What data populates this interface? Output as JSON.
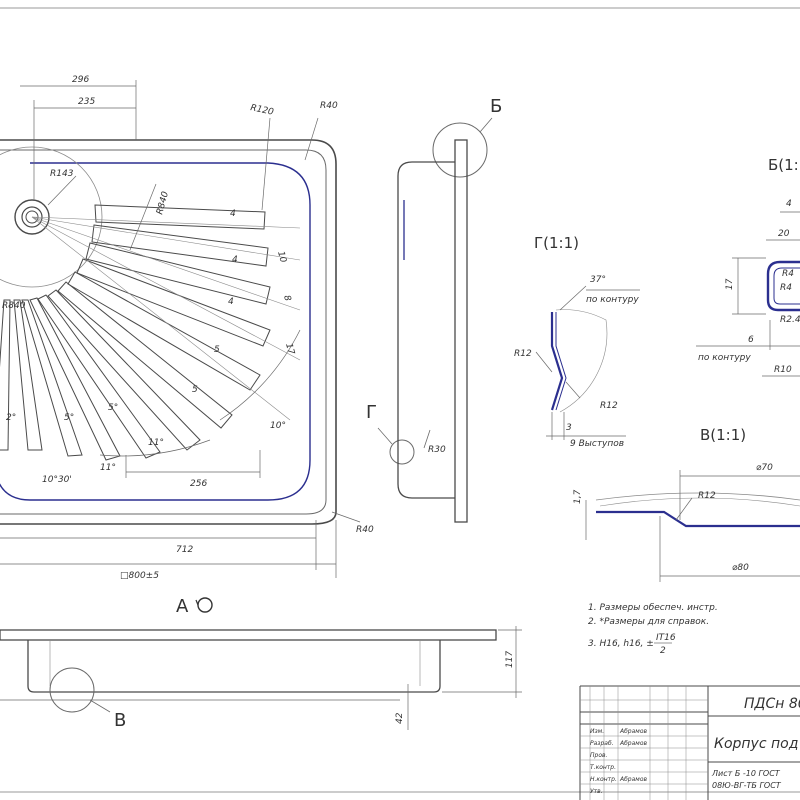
{
  "colors": {
    "line": "#4a4a4a",
    "thin": "#8a8a8a",
    "contour": "#2b2f8f",
    "paper": "#ffffff"
  },
  "plan_view": {
    "dims": {
      "w296": "296",
      "w235": "235",
      "r120": "R120",
      "r40_top": "R40",
      "r143": "R143",
      "r840_top": "R840",
      "r840_left": "R840",
      "w712": "712",
      "w800": "□800±5",
      "r40_bottom": "R40",
      "w256": "256",
      "ang_10_30": "10°30'",
      "ang_11a": "11°",
      "ang_11b": "11°",
      "ang_5": "5°",
      "ang_2": "2°",
      "ang_5b": "5°",
      "ang_10": "10°",
      "w10": "10",
      "w8": "8",
      "w17": "17",
      "w4a": "4",
      "w4b": "4",
      "w4c": "4",
      "w5a": "5",
      "w5b": "5"
    }
  },
  "callouts": {
    "B_cyr": "Б",
    "G_cyr": "Г",
    "A_view": "А",
    "V_cyr": "В"
  },
  "side_view": {
    "r30": "R30"
  },
  "detail_G": {
    "title": "Г(1:1)",
    "angle": "37°",
    "contour": "по контуру",
    "r12a": "R12",
    "r12b": "R12",
    "w3": "3",
    "protrusions": "9 Выступов"
  },
  "detail_B": {
    "title": "Б(1:1",
    "w4": "4",
    "w20": "20",
    "h17": "17",
    "r4a": "R4",
    "r4b": "R4",
    "r24": "R2.4",
    "w6": "6",
    "contour": "по контуру",
    "r10": "R10"
  },
  "detail_V": {
    "title": "В(1:1)",
    "w70": "⌀70",
    "r12": "R12",
    "h17": "1,7",
    "w80": "⌀80"
  },
  "front_view": {
    "h117": "117",
    "h42": "42"
  },
  "notes": {
    "n1": "1. Размеры обеспеч. инстр.",
    "n2": "2. *Размеры для справок.",
    "n3": "3. H16, h16, ±",
    "n3_frac_top": "IT16",
    "n3_frac_bot": "2"
  },
  "title_block": {
    "code": "ПДСн 80",
    "name": "Корпус под",
    "material_line1": "Лист Б -10 ГОСТ",
    "material_line2": "08Ю-ВГ-ТБ ГОСТ",
    "material_line3": "",
    "roles": [
      "Изм.",
      "Разраб.",
      "Пров.",
      "Т.контр.",
      "Н.контр.",
      "Утв."
    ],
    "names": [
      "Абрамов",
      "Абрамов",
      "",
      "",
      "Абрамов",
      ""
    ]
  }
}
